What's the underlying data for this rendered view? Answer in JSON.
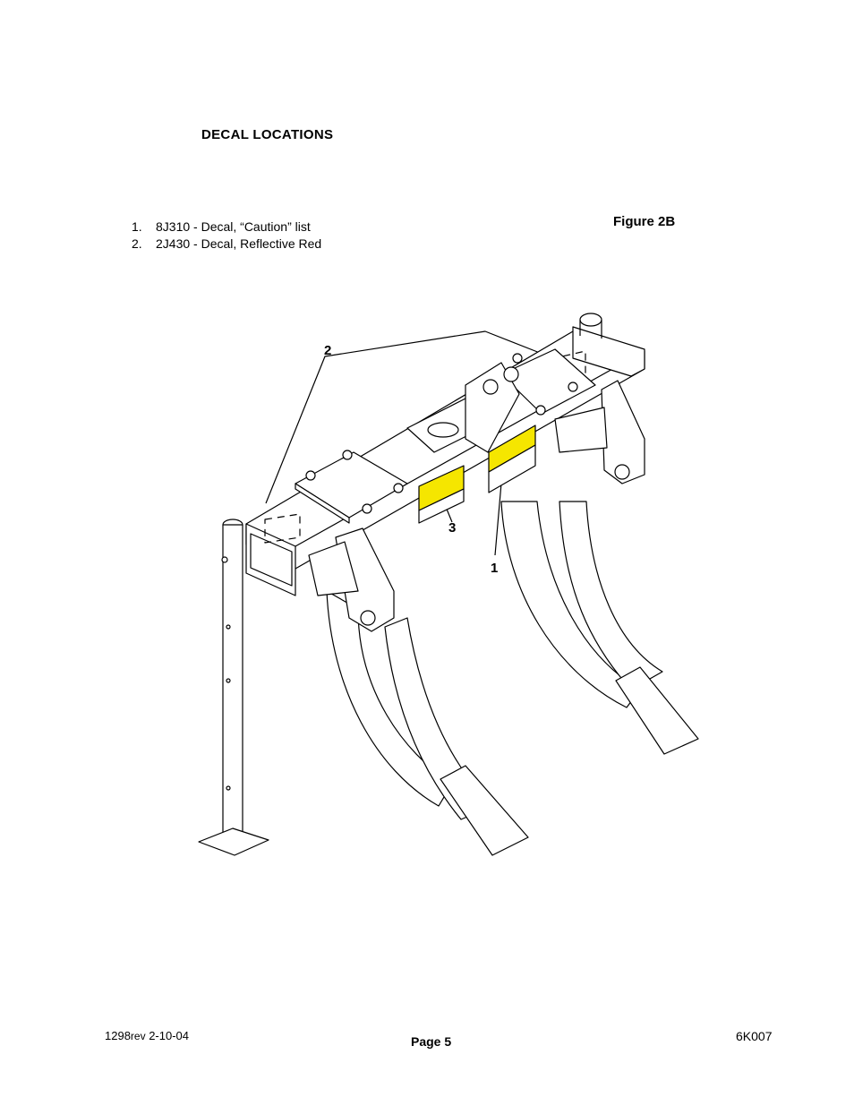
{
  "heading": "DECAL LOCATIONS",
  "figure_label": "Figure 2B",
  "decal_list": [
    {
      "num": "1.",
      "text": "8J310 - Decal, “Caution” list"
    },
    {
      "num": "2.",
      "text": "2J430 - Decal, Reflective Red"
    }
  ],
  "callouts": {
    "c2": "2",
    "c3": "3",
    "c1": "1"
  },
  "colors": {
    "decal_yellow": "#f5e600",
    "line": "#000000"
  },
  "footer": {
    "left_code": "1298",
    "left_rev": "rev",
    "left_date": " 2-10-04",
    "page": "Page 5",
    "right_code": "6K007"
  }
}
